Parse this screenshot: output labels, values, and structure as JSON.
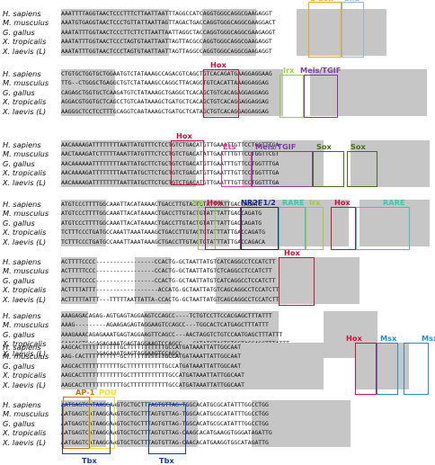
{
  "colors": {
    "Hox": "#c8123f",
    "Irx": "#9ccc3c",
    "Meis/TGIF": "#7b3fa0",
    "Sox": "#4a6b1c",
    "Ets": "#e03a9a",
    "E-box": "#e8a818",
    "Gli1": "#9cb4cc",
    "NR2F1/2": "#1a2f7a",
    "RARE": "#3cc8b0",
    "AP-1": "#c87418",
    "POU": "#f0dc28",
    "Tbx": "#1a3caa",
    "Msx": "#2a8ccc",
    "shade": "#c6c6c6"
  },
  "species": [
    "H. sapiens",
    "M. musculus",
    "G. gallus",
    "X. tropicalis",
    "X. laevis (L)"
  ],
  "blocks": [
    {
      "seqs": [
        "AAATTTTAGGTAACTCCCTTTCTTAATTAATTTAGGCCATCAGGTGGGCAGGCGAAGAGGT",
        "AAATGTGAGGTAACTCCCTGTTATTAATTAGTTAGACTGACCAGGTGGGCAGGCGAAGGACT",
        "AAATATTTGGTAACTCCCTTCTTCTTAATTAATTAGGCTACCAGGTGGGCAGGCGAAGAGGT",
        "AAATATTTGGTAACTCCCTAGTGTAATTAATTAGTTACGCCAGGTGGGCAGGCGAAGAGGT",
        "AAATATTTGGTAACTCCCTAGTGTAATTAATTAGTTAGGCCAGGTGGGCAGGCGAAGAGGT"
      ],
      "labels": [
        "E-box",
        "Gli1"
      ]
    },
    {
      "seqs": [
        "CTGTGCTGGTGCTGGAATGTCTATAAAGCCAGACGTCAGCTGTCACAGATGAAGGAGGAAG",
        "TTG--CTGGGCTGAGGCTGTCTATAAAGCCAGGCTTACAGCTGTCACATTAAAGGAGGAG",
        "CAGAGCTGGTGCTCAAGATGTCTATAAAGCTGAGGCTCACAGCTGTCACAGAGGAGGAGG",
        "AGGACGTGGTGCTCAGCCTGTCAATAAAGCTGATGCTCACAGCTGTCACAGGAGGAGGAG",
        "AAGGGCTCCTCCTTTGCAGGTCAATAAAGCTGATGCTCATAGCTGTCACAGGAGGAGGAG"
      ],
      "labels": [
        "Hox",
        "Irx",
        "Meis/TGIF"
      ]
    },
    {
      "seqs": [
        "AACAAAAGATTTTTTTTAATTATGTTTCTCCTGTCTGACATGTTGAAATTGTTCCTGGTTTGA",
        "AACTAAAGATCTTTTTAAATTATGTTTCTCCTGTCTGACATATTGAATTTGTTCCTGGTTCGT",
        "AACAAAAAATTTTTTTTAATTATGCTTCTGCTGTCTGACATGTTGAATTTGTTCCTGGTTTGA",
        "AACAAAAGATTTTTTTTAATTATGCTTCTGCTGTCTGACATGTTGAATTTGTTCCTGGTTTGA",
        "AACAAAAGATTTTTTTTAATTATGCTTCTGCTGTCTGACATGTTGAATTTGTTCCTGGTTTGA"
      ],
      "labels": [
        "Hox",
        "Ets",
        "Meis/TGIF",
        "Sox",
        "Sox"
      ]
    },
    {
      "seqs": [
        "ATGTCCCTTTTGGCAAATTACATAAAACTGACCTTGTACTGTATTTATTGACCAGATG",
        "ATGTCCCTTTTGGCAAATTACATAAAACTGACCTTGTACTGTATTTATTGACCAGATG",
        "ATGTCCCTTTTGGCAAATTACATAAAACTGACCTTGTACTGTATTTATTGACCAGATG",
        "TCTTTCCCTGATGCCAAATTAAATAAAGCTGACCTTGTACTGTATTTATTGACCAGATG",
        "TCTTTCCCTGATGCCAAATTAAATAAAGCTGACCTTGTACTGTATTTATTGACCAGACA"
      ],
      "labels": [
        "Irx",
        "Hox",
        "NR2F1/2",
        "RARE",
        "Irx",
        "Hox",
        "RARE"
      ]
    },
    {
      "seqs": [
        "ACTTTTCCCC-----------------CCACTG-GCTAATTATGTCATCAGGCCTCCATCTT",
        "ACTTTTTCCC-----------------CCACTG-GCTAATTATGTCTCAGGCCTCCATCTT",
        "ACTTTTCCCC-----------------CCACTG-GCTAATTATGTCATCAGGCCTCCATCTT",
        "ACTTTTATTT------------------ACCATG-GCTAATTATGTCAGCAGGCCTCCATCTT",
        "ACTTTTTATTT---TTTTTAATTATTA-CCACTG-GCTAATTATGTCAGCAGGCCTCCATCTT"
      ],
      "labels": [
        "Hox"
      ]
    },
    {
      "seqs": [
        "AAAGAGACAGAG-AGTGAGTAGGAAGTCCAGCC----TCTGTCCTTCCACGAGCTTTATTT",
        "AAAG---------AGAAGAGAGTAGGAAGTCCAGCC---TGGCACTCATGAGCTTTATTT",
        "AAAGAAACAGAGAAATGAGTAGGAAGTTCAGCC---AACTAGGTCTGTCCAATGAGCTTTATTT",
        "CAAGAGTGACAGAGAAATGAGTAGGAAGTCCAGCC---CATATCTACTGTCCTACGAGCTTTATTT",
        "CAAGAGTGACAGAGAAATGAGTAGGAAGTCCAGCC---GATATCTGCTGTCCTACGAGCTTTATTT"
      ],
      "labels": []
    },
    {
      "seqs": [
        "AAGCACTTTTTTTTTTTGCTTTTTTTTTTTGCCATGATAAATTATTGGCAAT",
        "AAG-CACTTTTTTTTT-GCTTTTTTTTTTTGCCATGATAAATTATTGGCAAT",
        "AAGCACTTTTTTTTTTTGCTTTTTTTTTTTGCCATGATAAATTATTGGCAAT",
        "AAGCACTTTTTTTTTTTTGCTTTTTTTTTTTGCCATGATAAATTATTGGCAAT",
        "AAGCACTTTTTTTTTTTTGCTTTTTTTTTTTGCCATGATAAATTATTGGCAAT"
      ],
      "labels": [
        "Hox",
        "Msx",
        "Msx"
      ]
    },
    {
      "seqs": [
        "AATGAGTCATAAGGAAGTGCTGCTTTAGTGTTAG-TGGCACATGCGCATATTTGGCCTGG",
        "AATGAGTCATAAGGAAGTGCTGCTTTAGTGTTAG-TGGCACATGCGCATATTTGGCCTGG",
        "AATGAGTCATAAGGAAGTGCTGCTTTAGTGTTAG-TGGCACATGCGCATATTTGGCCTGG",
        "AATGAGTCATAAGGAAGTGCTGCTTTAGTGTTAG-CAAGCACATGAAGGTGGGATAGATTG",
        "AATGAGTCATAAGGAAGTGCTGCTTTAGTGTTAG-CAACACATGAAGGTGGCATAGATTG"
      ],
      "labels": [
        "AP-1",
        "POU",
        "Tbx",
        "Tbx"
      ]
    }
  ]
}
